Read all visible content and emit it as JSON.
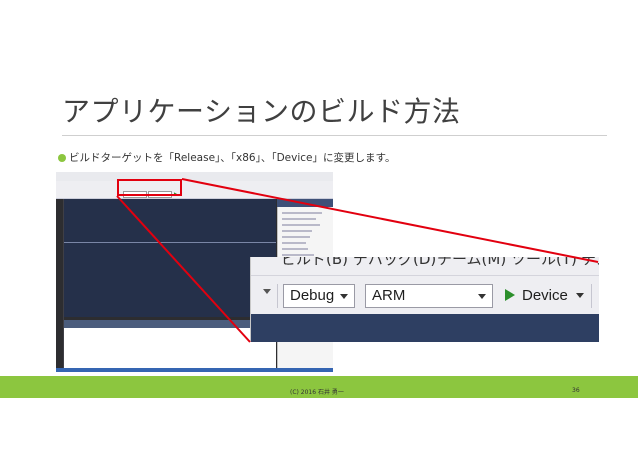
{
  "slide": {
    "title": "アプリケーションのビルド方法",
    "bullet": "ビルドターゲットを「Release」、「x86」、「Device」に変更します。",
    "footer": "(C) 2016 石井 勇一",
    "page_number": "36"
  },
  "zoom": {
    "menu": [
      "ビルド(B)",
      "デバッグ(D)",
      "チーム(M)",
      "ツール(T)",
      "テス"
    ],
    "configuration": "Debug",
    "platform": "ARM",
    "target": "Device"
  },
  "ide_thumb": {
    "configuration": "Debug",
    "platform": "ARM",
    "target": "Device"
  },
  "colors": {
    "accent_green": "#8cc63f",
    "highlight_red": "#e2000f",
    "play_green": "#2c8f2c"
  }
}
